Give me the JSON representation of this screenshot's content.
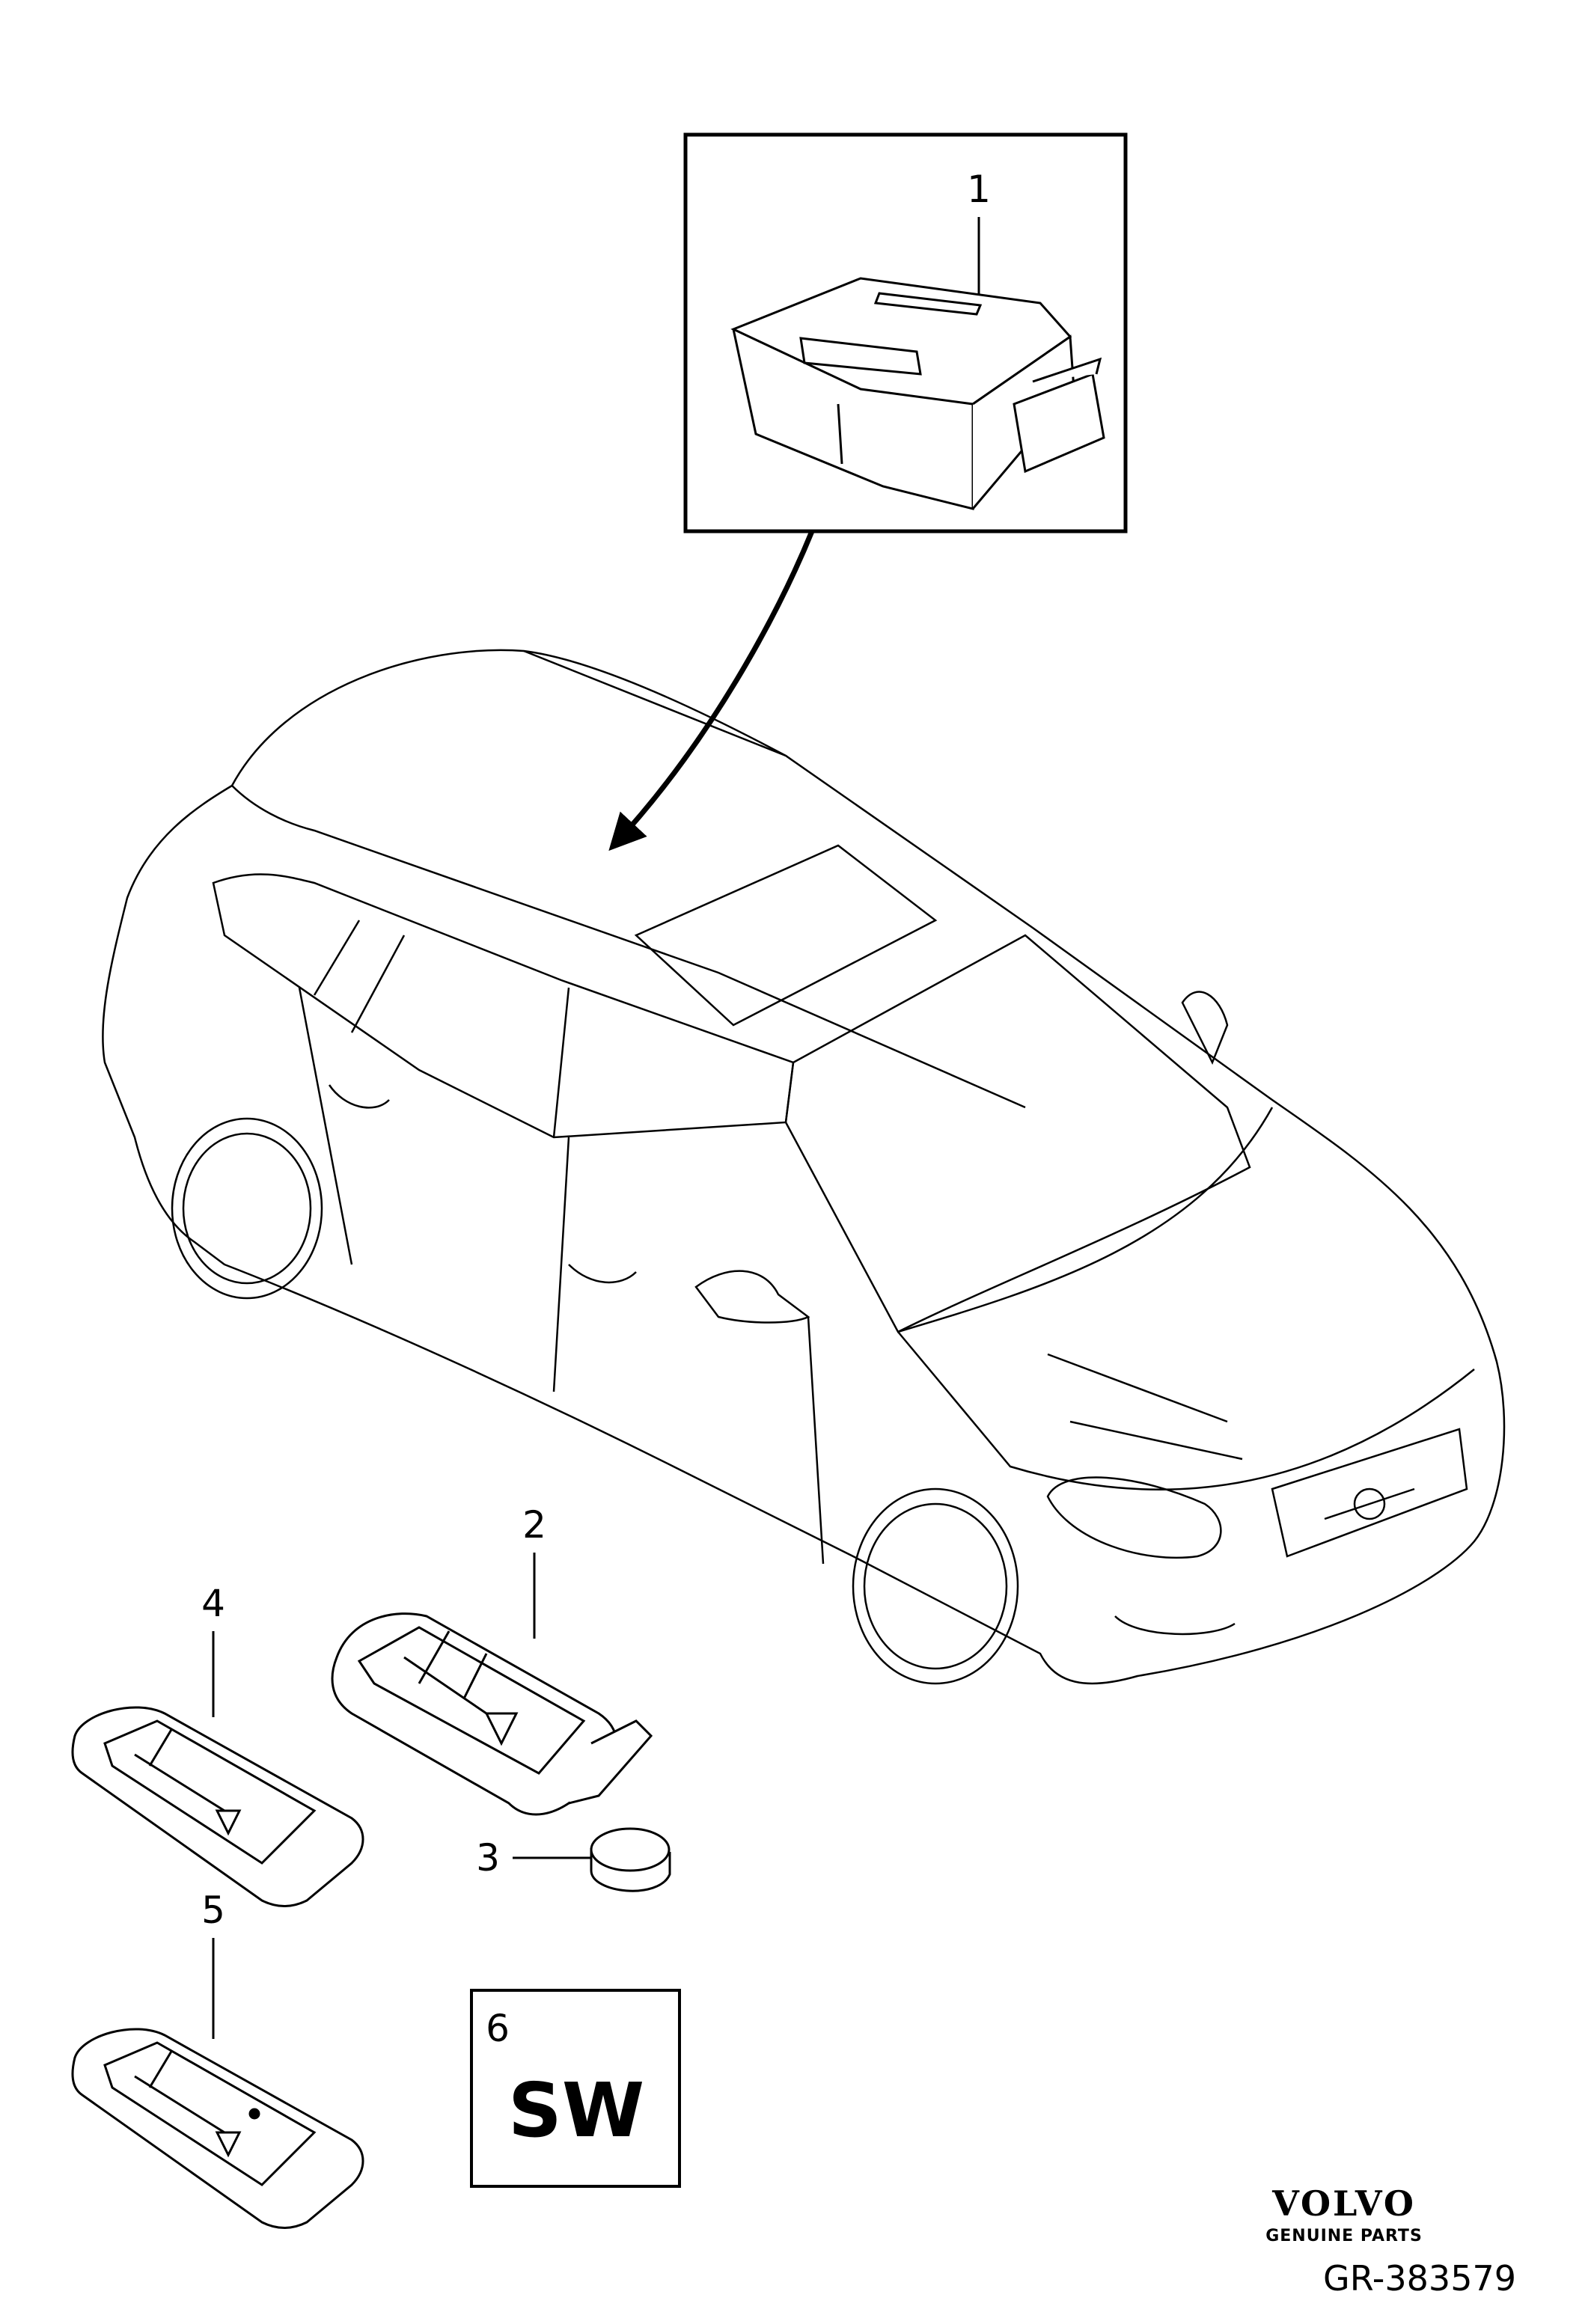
{
  "callouts": {
    "c1": "1",
    "c2": "2",
    "c3": "3",
    "c4": "4",
    "c5": "5",
    "c6": "6"
  },
  "software_label": "SW",
  "brand": {
    "name": "VOLVO",
    "tagline": "GENUINE PARTS"
  },
  "reference": "GR-383579"
}
